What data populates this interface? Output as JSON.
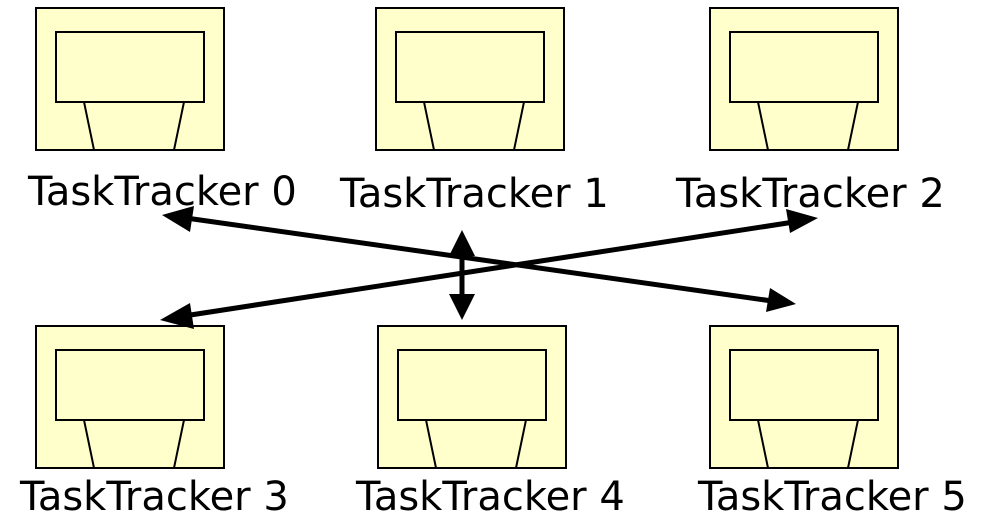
{
  "diagram": {
    "nodes": [
      {
        "id": "tt0",
        "label": "TaskTracker 0"
      },
      {
        "id": "tt1",
        "label": "TaskTracker 1"
      },
      {
        "id": "tt2",
        "label": "TaskTracker 2"
      },
      {
        "id": "tt3",
        "label": "TaskTracker 3"
      },
      {
        "id": "tt4",
        "label": "TaskTracker 4"
      },
      {
        "id": "tt5",
        "label": "TaskTracker 5"
      }
    ],
    "edges": [
      {
        "from": "tt0",
        "to": "tt5",
        "bidirectional": true
      },
      {
        "from": "tt2",
        "to": "tt3",
        "bidirectional": true
      },
      {
        "from": "tt1",
        "to": "tt4",
        "bidirectional": true
      }
    ],
    "node_icon": "computer-icon",
    "colors": {
      "node_fill": "#ffffcc",
      "outline": "#000000",
      "arrow": "#000000",
      "background": "#ffffff"
    }
  }
}
